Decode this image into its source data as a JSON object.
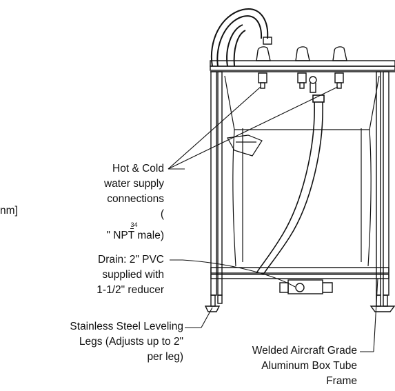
{
  "labels": {
    "partial_left": "nm]",
    "hot_cold": [
      "Hot & Cold",
      "water supply",
      "connections"
    ],
    "npt": {
      "open": "(",
      "num": "3",
      "den": "4",
      "rest": "\" NPT male)"
    },
    "drain": [
      "Drain: 2\" PVC",
      "supplied with",
      "1-1/2\" reducer"
    ],
    "legs": [
      "Stainless Steel Leveling",
      "Legs (Adjusts up to 2\"",
      "per leg)"
    ],
    "frame": [
      "Welded Aircraft Grade",
      "Aluminum Box Tube",
      "Frame"
    ]
  }
}
